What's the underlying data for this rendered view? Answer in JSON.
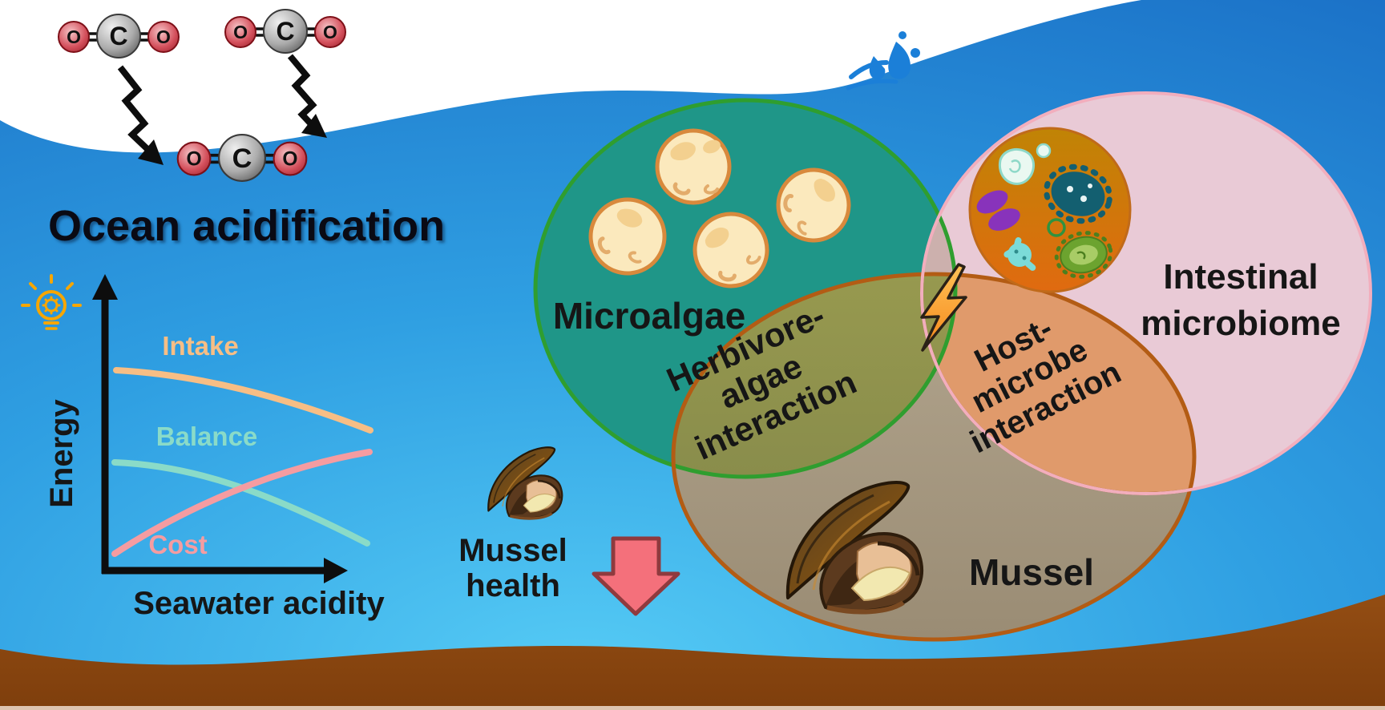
{
  "title": "Ocean acidification",
  "co2": {
    "atoms": [
      "O",
      "C",
      "O"
    ]
  },
  "energy_chart": {
    "y_axis_label": "Energy",
    "x_axis_label": "Seawater acidity",
    "series": [
      {
        "label": "Intake",
        "color": "#F7BE85"
      },
      {
        "label": "Balance",
        "color": "#8ADBC8"
      },
      {
        "label": "Cost",
        "color": "#F59CA1"
      }
    ]
  },
  "chart_data": {
    "type": "line",
    "title": "Energy budget vs seawater acidity (conceptual)",
    "xlabel": "Seawater acidity",
    "ylabel": "Energy",
    "x": [
      0,
      0.25,
      0.5,
      0.75,
      1
    ],
    "series": [
      {
        "name": "Intake",
        "values": [
          78,
          77,
          73,
          67,
          58
        ]
      },
      {
        "name": "Balance",
        "values": [
          42,
          41,
          35,
          25,
          12
        ]
      },
      {
        "name": "Cost",
        "values": [
          10,
          23,
          34,
          43,
          48
        ]
      }
    ],
    "legend_position": "inline-on-curves",
    "grid": false
  },
  "mussel_health": {
    "line1": "Mussel",
    "line2": "health"
  },
  "venn": {
    "microalgae_label": "Microalgae",
    "intestinal_line1": "Intestinal",
    "intestinal_line2": "microbiome",
    "mussel_label": "Mussel",
    "herbivore_lines": [
      "Herbivore-",
      "algae",
      "interaction"
    ],
    "host_lines": [
      "Host-",
      "microbe",
      "interaction"
    ]
  },
  "icons": {
    "lightbulb": "lightbulb-gear-icon",
    "splash": "water-splash-icon",
    "bolt": "lightning-bolt-icon",
    "down_arrow": "red-down-arrow-icon",
    "co2_dissolving": "zigzag-arrow-icon"
  },
  "colors": {
    "water_light": "#55CBF5",
    "water_mid": "#2F9FE2",
    "water_dark": "#1A6FC6",
    "sediment": "#8A4511",
    "microalgae_fill": "#1F9688",
    "microalgae_stroke": "#2F9E2F",
    "intestinal_fill": "#E9CAD6",
    "intestinal_stroke": "#F2AEBD",
    "mussel_fill": "#A89C86",
    "mussel_stroke": "#B35C14",
    "herbivore_overlap": "#8E9157",
    "host_overlap": "#E09A6B",
    "bolt_orange": "#F5871A",
    "arrow_red": "#F4707B",
    "algae_cell": "#FBE9BD",
    "microbe_disc": "#D97A0C"
  }
}
